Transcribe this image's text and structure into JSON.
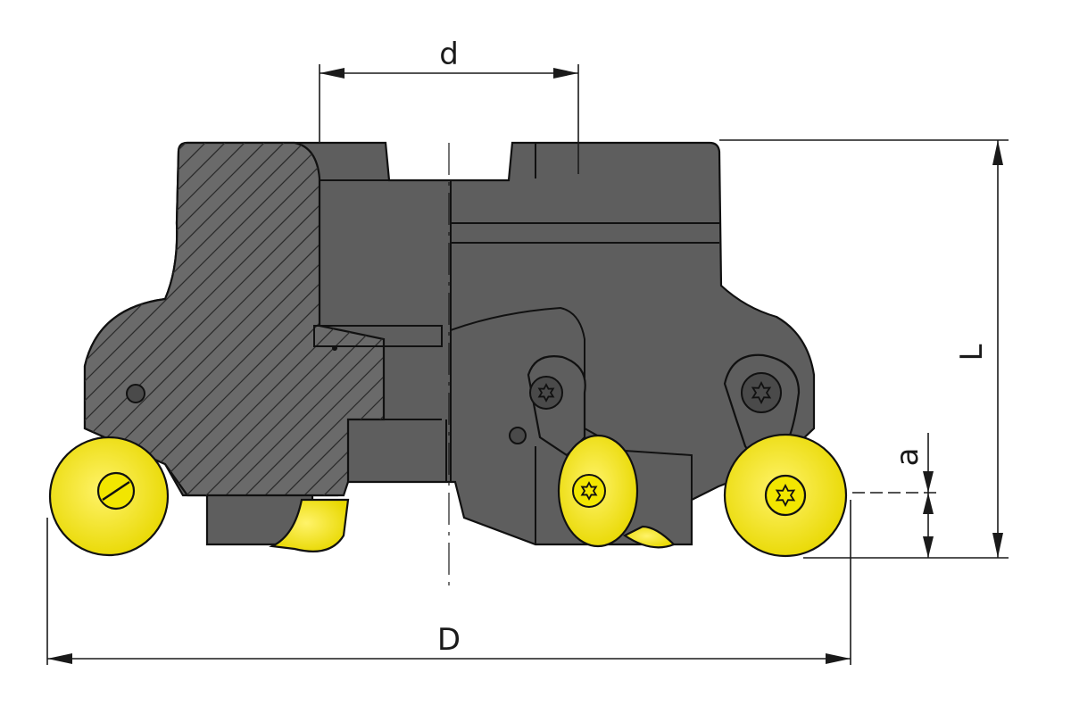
{
  "dimensions": {
    "bore_label": "d",
    "diameter_label": "D",
    "length_label": "L",
    "depth_label": "a"
  },
  "colors": {
    "body": "#5e5e5e",
    "insert": "#f2e600",
    "line": "#1a1a1a",
    "background": "#ffffff"
  },
  "icons": {
    "screw": "torx-screw-icon",
    "pin": "slotted-screw-icon"
  }
}
